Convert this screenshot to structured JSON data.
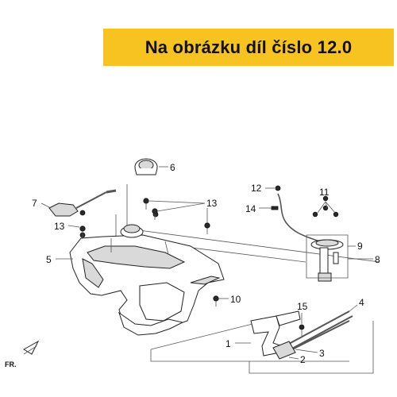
{
  "banner": {
    "text": "Na obrázku díl číslo 12.0",
    "color": "#f7c320"
  },
  "callouts": {
    "c1": "1",
    "c2": "2",
    "c3": "3",
    "c4": "4",
    "c5": "5",
    "c6": "6",
    "c7": "7",
    "c8": "8",
    "c9": "9",
    "c10": "10",
    "c11": "11",
    "c12": "12",
    "c13a": "13",
    "c13b": "13",
    "c14": "14",
    "c15": "15"
  },
  "direction": {
    "label": "FR."
  }
}
